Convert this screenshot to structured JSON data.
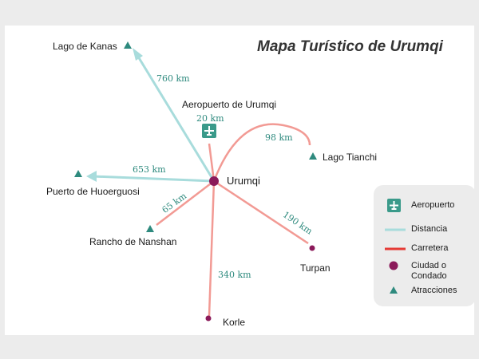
{
  "title": "Mapa Turístico de Urumqi",
  "colors": {
    "distance": "#a8dcdc",
    "road": "#f29a94",
    "city": "#8b1a5a",
    "attraction": "#2e8a7e",
    "airport": "#3a9a8a"
  },
  "places": {
    "urumqi": "Urumqi",
    "airport": "Aeropuerto de Urumqi",
    "kanas": "Lago de Kanas",
    "huoerguosi": "Puerto de Huoerguosi",
    "nanshan": "Rancho de Nanshan",
    "tianchi": "Lago Tianchi",
    "turpan": "Turpan",
    "korle": "Korle"
  },
  "distances": {
    "kanas": "760 km",
    "airport": "20 km",
    "tianchi": "98 km",
    "huoerguosi": "653 km",
    "nanshan": "65 km",
    "turpan": "190 km",
    "korle": "340 km"
  },
  "legend": {
    "airport": "Aeropuerto",
    "distance": "Distancia",
    "road": "Carretera",
    "city": "Ciudad o Condado",
    "attractions": "Atracciones"
  },
  "icons": {
    "airport": "airplane-icon",
    "attraction": "triangle-icon",
    "city": "dot-icon"
  }
}
